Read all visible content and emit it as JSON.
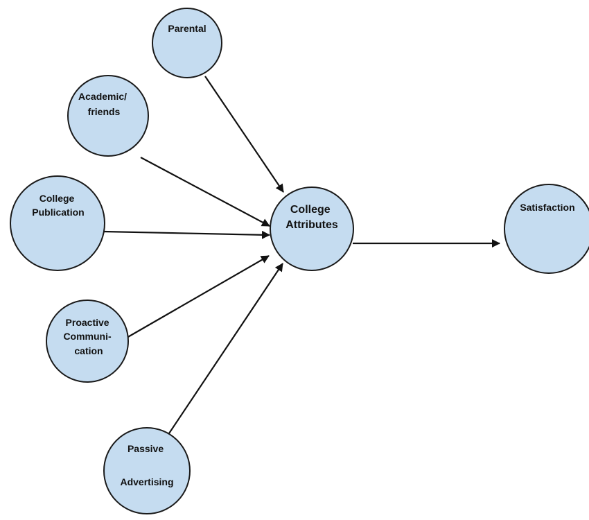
{
  "diagram": {
    "nodes": [
      {
        "id": "parental",
        "lines": [
          "Parental"
        ]
      },
      {
        "id": "academic",
        "lines": [
          "Academic/",
          "friends"
        ]
      },
      {
        "id": "publication",
        "lines": [
          "College",
          "Publication"
        ]
      },
      {
        "id": "proactive",
        "lines": [
          "Proactive",
          "Communi-",
          "cation"
        ]
      },
      {
        "id": "passive",
        "lines": [
          "Passive",
          "Advertising"
        ]
      },
      {
        "id": "attributes",
        "lines": [
          "College",
          "Attributes"
        ]
      },
      {
        "id": "satisfaction",
        "lines": [
          "Satisfaction"
        ]
      }
    ],
    "edges": [
      {
        "from": "parental",
        "to": "attributes"
      },
      {
        "from": "academic",
        "to": "attributes"
      },
      {
        "from": "publication",
        "to": "attributes"
      },
      {
        "from": "proactive",
        "to": "attributes"
      },
      {
        "from": "passive",
        "to": "attributes"
      },
      {
        "from": "attributes",
        "to": "satisfaction"
      }
    ],
    "colors": {
      "node_fill": "#c5dcf0",
      "node_stroke": "#1a1a1a",
      "edge": "#111111"
    }
  }
}
